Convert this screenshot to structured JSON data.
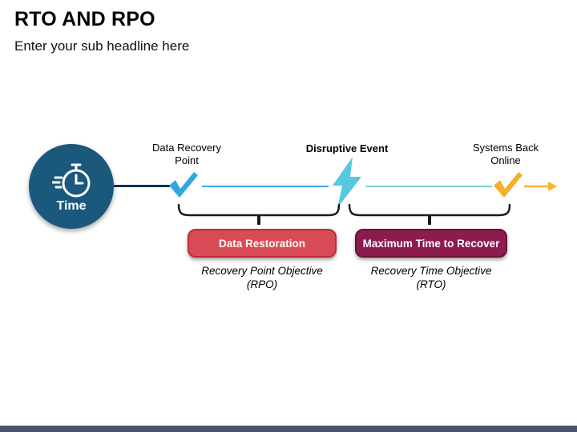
{
  "slide": {
    "title": "RTO AND RPO",
    "subtitle": "Enter your sub headline here"
  },
  "timeline": {
    "time_badge": {
      "label": "Time",
      "icon": "stopwatch-icon"
    },
    "events": [
      {
        "label_line1": "Data Recovery",
        "label_line2": "Point",
        "marker": "check-icon"
      },
      {
        "label_line1": "Disruptive Event",
        "label_line2": "",
        "marker": "lightning-icon"
      },
      {
        "label_line1": "Systems Back",
        "label_line2": "Online",
        "marker": "check-icon"
      }
    ]
  },
  "spans": [
    {
      "button_label": "Data Restoration",
      "caption_line1": "Recovery Point Objective",
      "caption_line2": "(RPO)"
    },
    {
      "button_label": "Maximum Time to Recover",
      "caption_line1": "Recovery Time Objective",
      "caption_line2": "(RTO)"
    }
  ],
  "colors": {
    "time_circle": "#1A587C",
    "line_dark": "#14334F",
    "line_blue": "#3AA7DD",
    "line_teal": "#7FD0D6",
    "check_blue": "#2FA8E0",
    "check_yellow": "#F5AF2D",
    "lightning": "#58C8E2",
    "arrow_yellow": "#F9B233",
    "btn_rpo_fill": "#D84A56",
    "btn_rpo_border": "#C12B36",
    "btn_rto_fill": "#8D1B4D",
    "btn_rto_border": "#6D1038",
    "bracket": "#1B1B1B",
    "footer_bar": "#475569"
  }
}
